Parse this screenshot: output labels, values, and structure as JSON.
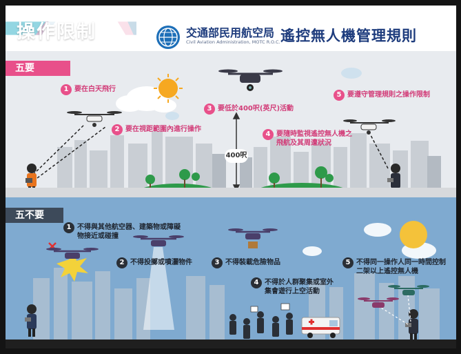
{
  "header": {
    "page_title": "操作限制",
    "org_name": "交通部民用航空局",
    "org_name_en": "Civil Aviation Administration, MOTC R.O.C.",
    "rules_title": "遙控無人機管理規則",
    "logo_icon": "caa-emblem-icon"
  },
  "colors": {
    "accent_pink": "#e8508a",
    "brand_blue": "#1e3c7d",
    "dont_section_blue": "#7faad0"
  },
  "do_section": {
    "label": "五要",
    "rules": [
      {
        "number": "1",
        "text": "要在白天飛行"
      },
      {
        "number": "2",
        "text": "要在視距範圍內進行操作"
      },
      {
        "number": "3",
        "text": "要低於400呎(英尺)活動"
      },
      {
        "number": "4",
        "text": "要隨時監視遙控無人機之飛航及其周遭狀況"
      },
      {
        "number": "5",
        "text": "要遵守管理規則之操作限制"
      }
    ],
    "altitude_label": "400呎"
  },
  "dont_section": {
    "label": "五不要",
    "rules": [
      {
        "number": "1",
        "text": "不得與其他航空器、建築物或障礙物接近或碰撞"
      },
      {
        "number": "2",
        "text": "不得投擲或噴灑物件"
      },
      {
        "number": "3",
        "text": "不得裝載危險物品"
      },
      {
        "number": "4",
        "text": "不得於人群聚集或室外集會遊行上空活動"
      },
      {
        "number": "5",
        "text": "不得同一操作人同一時間控制二架以上遙控無人機"
      }
    ]
  }
}
